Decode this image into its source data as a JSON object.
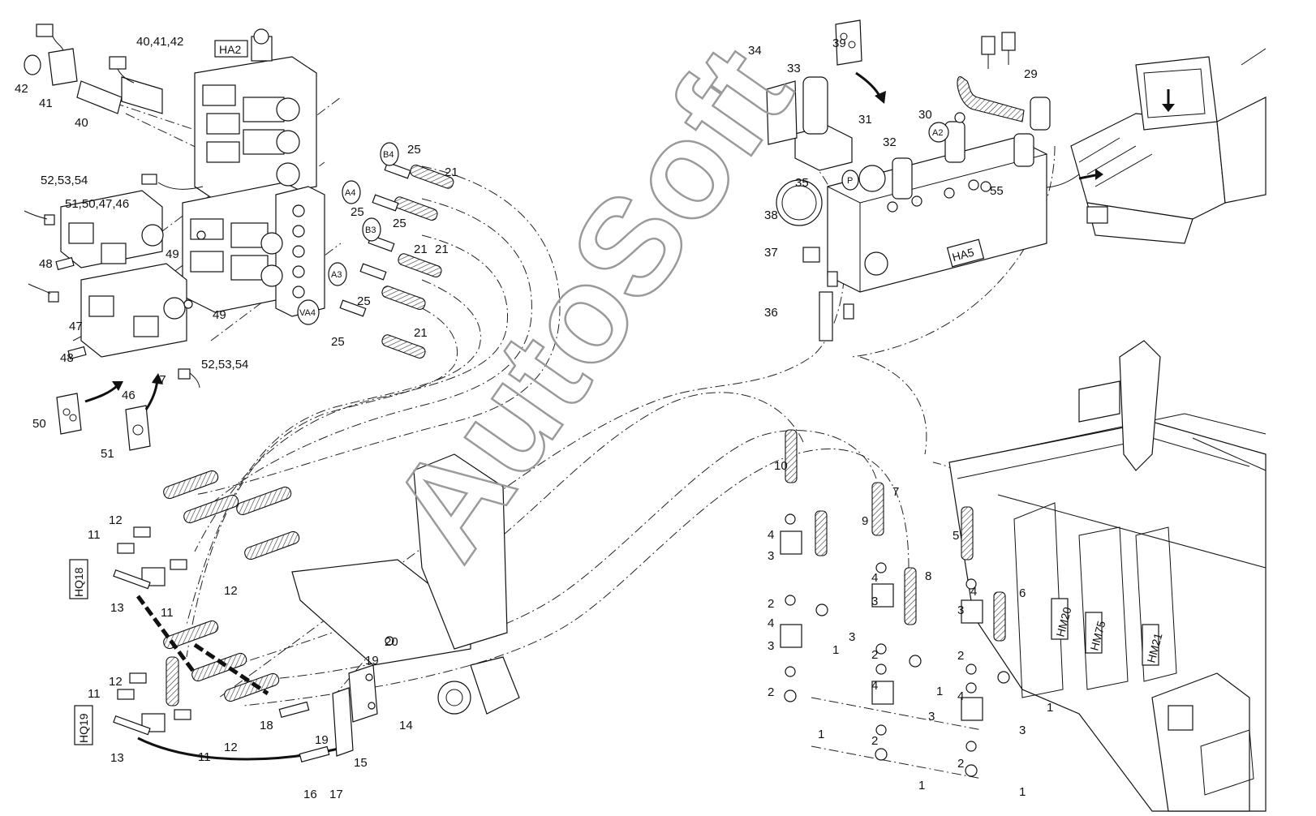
{
  "labels": [
    {
      "text": "42"
    },
    {
      "text": "41"
    },
    {
      "text": "40"
    },
    {
      "text": "40,41,42"
    },
    {
      "text": "52,53,54"
    },
    {
      "text": "51,50,47,46"
    },
    {
      "text": "48"
    },
    {
      "text": "49"
    },
    {
      "text": "47"
    },
    {
      "text": "49"
    },
    {
      "text": "48"
    },
    {
      "text": "47"
    },
    {
      "text": "52,53,54"
    },
    {
      "text": "46"
    },
    {
      "text": "50"
    },
    {
      "text": "51"
    },
    {
      "text": "25"
    },
    {
      "text": "21"
    },
    {
      "text": "25"
    },
    {
      "text": "25"
    },
    {
      "text": "21"
    },
    {
      "text": "21"
    },
    {
      "text": "25"
    },
    {
      "text": "21"
    },
    {
      "text": "25"
    },
    {
      "text": "34"
    },
    {
      "text": "33"
    },
    {
      "text": "39"
    },
    {
      "text": "29"
    },
    {
      "text": "30"
    },
    {
      "text": "31"
    },
    {
      "text": "32"
    },
    {
      "text": "35"
    },
    {
      "text": "55"
    },
    {
      "text": "38"
    },
    {
      "text": "37"
    },
    {
      "text": "36"
    },
    {
      "text": "12"
    },
    {
      "text": "11"
    },
    {
      "text": "12"
    },
    {
      "text": "13"
    },
    {
      "text": "11"
    },
    {
      "text": "12"
    },
    {
      "text": "11"
    },
    {
      "text": "12"
    },
    {
      "text": "13"
    },
    {
      "text": "11"
    },
    {
      "text": "20"
    },
    {
      "text": "19"
    },
    {
      "text": "14"
    },
    {
      "text": "18"
    },
    {
      "text": "19"
    },
    {
      "text": "15"
    },
    {
      "text": "16"
    },
    {
      "text": "17"
    },
    {
      "text": "10"
    },
    {
      "text": "4"
    },
    {
      "text": "3"
    },
    {
      "text": "2"
    },
    {
      "text": "4"
    },
    {
      "text": "3"
    },
    {
      "text": "2"
    },
    {
      "text": "1"
    },
    {
      "text": "9"
    },
    {
      "text": "1"
    },
    {
      "text": "3"
    },
    {
      "text": "7"
    },
    {
      "text": "4"
    },
    {
      "text": "3"
    },
    {
      "text": "2"
    },
    {
      "text": "4"
    },
    {
      "text": "3"
    },
    {
      "text": "2"
    },
    {
      "text": "1"
    },
    {
      "text": "8"
    },
    {
      "text": "1"
    },
    {
      "text": "5"
    },
    {
      "text": "4"
    },
    {
      "text": "3"
    },
    {
      "text": "2"
    },
    {
      "text": "4"
    },
    {
      "text": "3"
    },
    {
      "text": "2"
    },
    {
      "text": "1"
    },
    {
      "text": "6"
    },
    {
      "text": "1"
    }
  ],
  "boxed_labels": [
    {
      "text": "HA2"
    },
    {
      "text": "HA5"
    },
    {
      "text": "HQ18"
    },
    {
      "text": "HQ19"
    },
    {
      "text": "HM20"
    },
    {
      "text": "HM75"
    },
    {
      "text": "HM21"
    }
  ],
  "circled_labels": [
    {
      "text": "B4"
    },
    {
      "text": "A4"
    },
    {
      "text": "B3"
    },
    {
      "text": "A3"
    },
    {
      "text": "VA4"
    },
    {
      "text": "A2"
    },
    {
      "text": "P"
    }
  ],
  "watermark": "AutoSoft"
}
